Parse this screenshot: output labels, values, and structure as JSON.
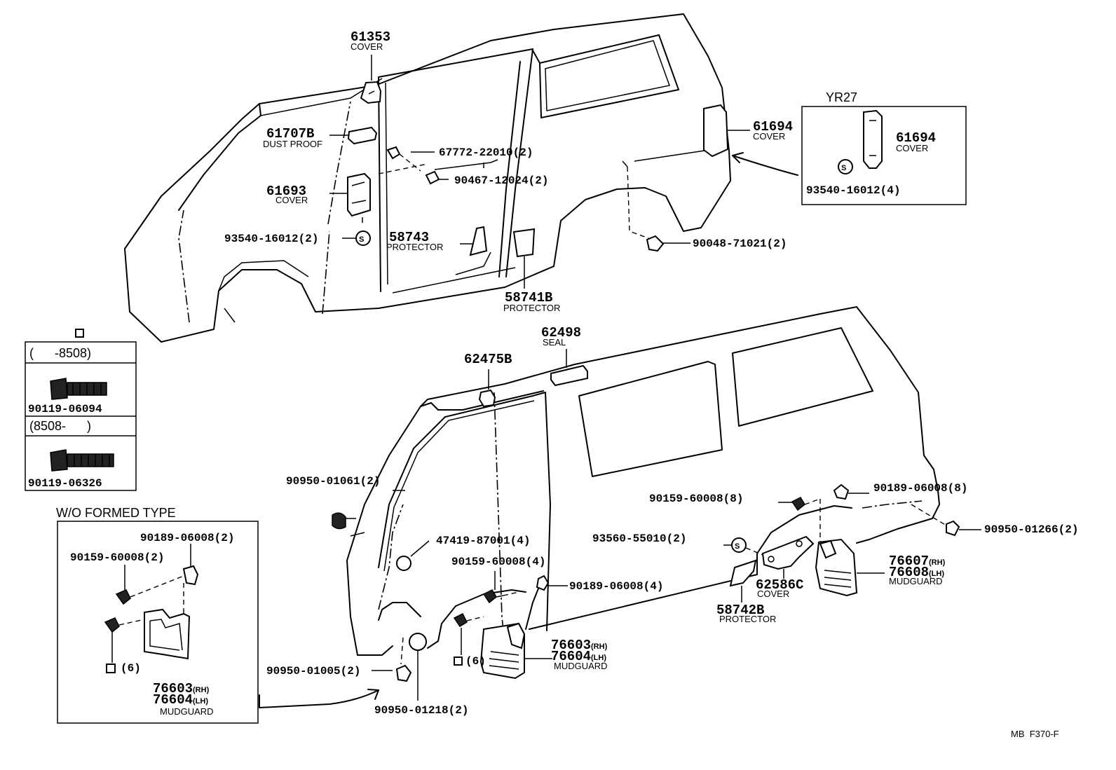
{
  "callouts": {
    "p61353": {
      "number": "61353",
      "name": "COVER"
    },
    "p61707": {
      "number": "61707B",
      "name": "DUST PROOF"
    },
    "p61693": {
      "number": "61693",
      "name": "COVER"
    },
    "p93540a": {
      "number": "93540-16012(2)"
    },
    "p67772": {
      "number": "67772-22010(2)"
    },
    "p90467": {
      "number": "90467-12024(2)"
    },
    "p58743": {
      "number": "58743",
      "name": "PROTECTOR"
    },
    "p58741": {
      "number": "58741B",
      "name": "PROTECTOR"
    },
    "p61694": {
      "number": "61694",
      "name": "COVER"
    },
    "p90048": {
      "number": "90048-71021(2)"
    },
    "p62498": {
      "number": "62498",
      "name": "SEAL"
    },
    "p62475": {
      "number": "62475B"
    },
    "p90950_01061": {
      "number": "90950-01061(2)"
    },
    "p47419": {
      "number": "47419-87001(4)"
    },
    "p90159_4": {
      "number": "90159-60008(4)"
    },
    "p90189_4": {
      "number": "90189-06008(4)"
    },
    "p90159_8": {
      "number": "90159-60008(8)"
    },
    "p90189_8": {
      "number": "90189-06008(8)"
    },
    "p90950_01266": {
      "number": "90950-01266(2)"
    },
    "p93560": {
      "number": "93560-55010(2)"
    },
    "p62586": {
      "number": "62586C",
      "name": "COVER"
    },
    "p58742": {
      "number": "58742B",
      "name": "PROTECTOR"
    },
    "p76607": {
      "rh": "76607",
      "lh": "76608",
      "name": "MUDGUARD"
    },
    "p76603": {
      "rh": "76603",
      "lh": "76604",
      "name": "MUDGUARD"
    },
    "p90950_01005": {
      "number": "90950-01005(2)"
    },
    "p90950_01218": {
      "number": "90950-01218(2)"
    },
    "qty6": "(6)",
    "rh_tag": "(RH)",
    "lh_tag": "(LH)"
  },
  "yr27_box": {
    "title": "YR27",
    "number": "61694",
    "name": "COVER",
    "screw": "93540-16012(4)"
  },
  "bolt_box": {
    "range_1": "(      -8508)",
    "bolt_1": "90119-06094",
    "range_2": "(8508-      )",
    "bolt_2": "90119-06326"
  },
  "wo_box": {
    "title": "W/O FORMED TYPE",
    "clip": "90189-06008(2)",
    "screw": "90159-60008(2)",
    "qty": "(6)",
    "rh": "76603",
    "lh": "76604",
    "name": "MUDGUARD"
  },
  "footer": {
    "code": "MB  F370-F"
  }
}
